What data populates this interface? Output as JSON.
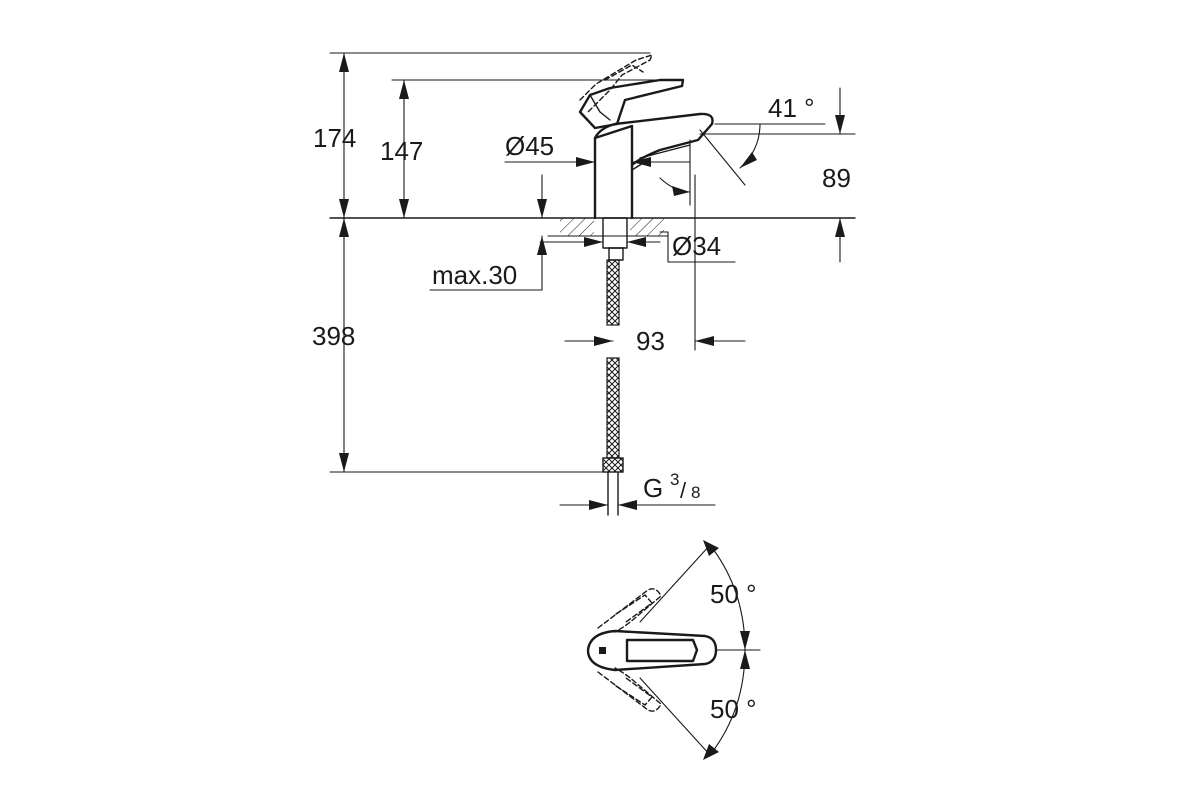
{
  "side_view": {
    "height_total": "174",
    "height_spout": "147",
    "body_diameter": "Ø45",
    "spout_angle": "41 °",
    "spout_height": "89",
    "hole_diameter": "Ø34",
    "deck_thickness": "max.30",
    "hose_length": "398",
    "projection": "93",
    "thread_prefix": "G",
    "thread_num": "3",
    "thread_den": "8"
  },
  "top_view": {
    "angle_up": "50 °",
    "angle_down": "50 °"
  }
}
